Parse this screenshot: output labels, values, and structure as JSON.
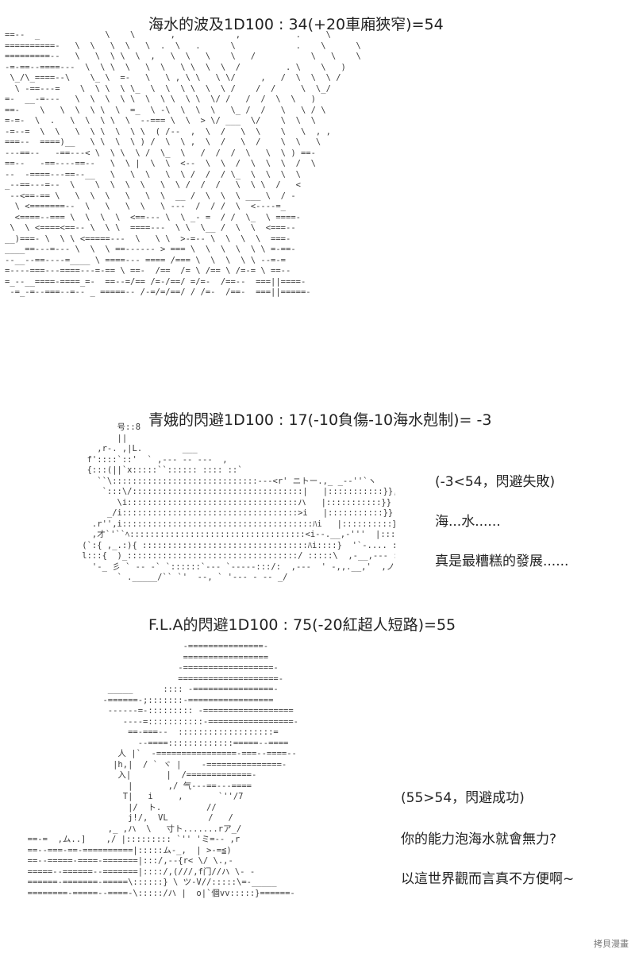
{
  "panel1": {
    "heading": "海水的波及1D100 : 34(+20車廂狹窄)=54"
  },
  "panel2": {
    "heading": "青娥的閃避1D100 : 17(-10負傷-10海水剋制)= -3",
    "art_label": "号::8",
    "comments": [
      "(-3<54，閃避失敗)",
      "海...水......",
      "真是最糟糕的發展......"
    ]
  },
  "panel3": {
    "heading": "F.L.A的閃避1D100 : 75(-20紅超人短路)=55",
    "comments": [
      "(55>54，閃避成功)",
      "你的能力泡海水就會無力?",
      "以這世界觀而言真不方便啊~"
    ]
  },
  "watermark": "拷貝漫畫"
}
